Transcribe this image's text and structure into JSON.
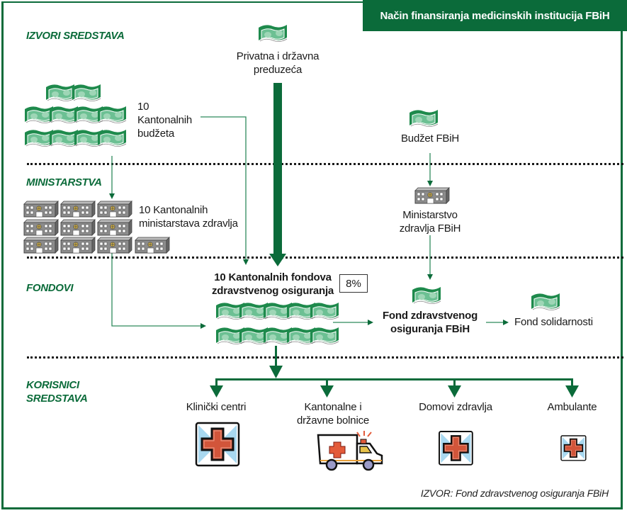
{
  "title": "Način finansiranja medicinskih institucija FBiH",
  "sections": [
    {
      "id": "sources",
      "label": "IZVORI SREDSTAVA"
    },
    {
      "id": "ministries",
      "label": "MINISTARSTVA"
    },
    {
      "id": "funds",
      "label": "FONDOVI"
    },
    {
      "id": "users",
      "label_line1": "KORISNICI",
      "label_line2": "SREDSTAVA"
    }
  ],
  "nodes": {
    "private_companies": {
      "line1": "Privatna i državna",
      "line2": "preduzeća",
      "icon": "money-icon"
    },
    "cantonal_budgets": {
      "line1": "10",
      "line2": "Kantonalnih",
      "line3": "budžeta",
      "icon": "money-stack-icon",
      "count": 10
    },
    "fbih_budget": {
      "line1": "Budžet FBiH",
      "icon": "money-icon"
    },
    "cantonal_ministries": {
      "line1": "10 Kantonalnih",
      "line2": "ministarstava zdravlja",
      "icon": "building-icon",
      "count": 10
    },
    "fbih_ministry": {
      "line1": "Ministarstvo",
      "line2": "zdravlja FBiH",
      "icon": "building-icon"
    },
    "cantonal_funds": {
      "line1": "10 Kantonalnih fondova",
      "line2": "zdravstvenog osiguranja",
      "icon": "money-stack-icon",
      "count": 10,
      "percent": "8%"
    },
    "fbih_fund": {
      "line1": "Fond zdravstvenog",
      "line2": "osiguranja FBiH",
      "icon": "money-icon"
    },
    "solidarity_fund": {
      "line1": "Fond solidarnosti",
      "icon": "money-icon"
    },
    "clinical_centers": {
      "line1": "Klinički centri",
      "icon": "medical-cross-icon"
    },
    "hospitals": {
      "line1": "Kantonalne i",
      "line2": "državne bolnice",
      "icon": "ambulance-icon"
    },
    "health_centers": {
      "line1": "Domovi zdravlja",
      "icon": "medical-cross-icon"
    },
    "clinics": {
      "line1": "Ambulante",
      "icon": "medical-cross-icon"
    }
  },
  "source_note": "IZVOR: Fond zdravstvenog osiguranja FBiH",
  "colors": {
    "brand_green": "#0b6b3a",
    "money_green": "#1e8a4c",
    "money_light": "#6cc093",
    "cross_red": "#d2553a",
    "cross_bg": "#a8d8f0"
  }
}
